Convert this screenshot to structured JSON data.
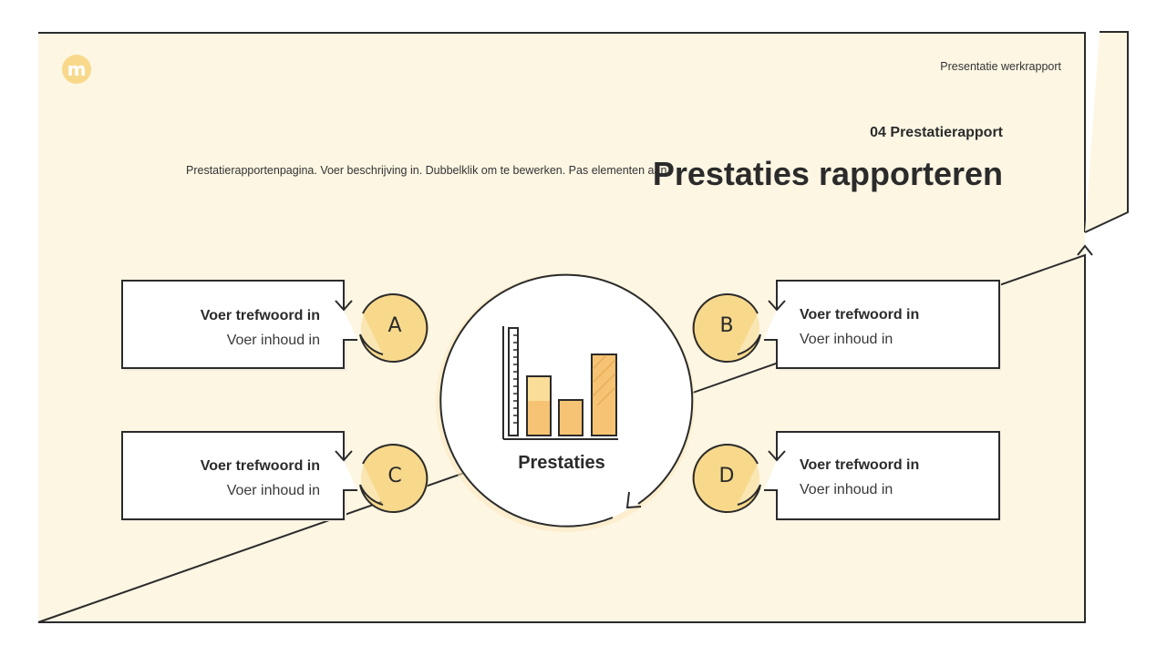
{
  "header": {
    "logo_letter": "m",
    "top_right_label": "Presentatie werkrapport",
    "section_label": "04 Prestatierapport",
    "description": "Prestatierapportenpagina. Voer beschrijving in. Dubbelklik om te bewerken. Pas elementen aan",
    "title": "Prestaties rapporteren"
  },
  "center": {
    "label": "Prestaties"
  },
  "cards": [
    {
      "letter": "A",
      "keyword": "Voer trefwoord in",
      "content": "Voer inhoud in"
    },
    {
      "letter": "B",
      "keyword": "Voer trefwoord in",
      "content": "Voer inhoud in"
    },
    {
      "letter": "C",
      "keyword": "Voer trefwoord in",
      "content": "Voer inhoud in"
    },
    {
      "letter": "D",
      "keyword": "Voer trefwoord in",
      "content": "Voer inhoud in"
    }
  ],
  "colors": {
    "background": "#fdf6e3",
    "accent": "#f8d98c",
    "bar_fill": "#f5c373",
    "outline": "#2b2b2b"
  }
}
